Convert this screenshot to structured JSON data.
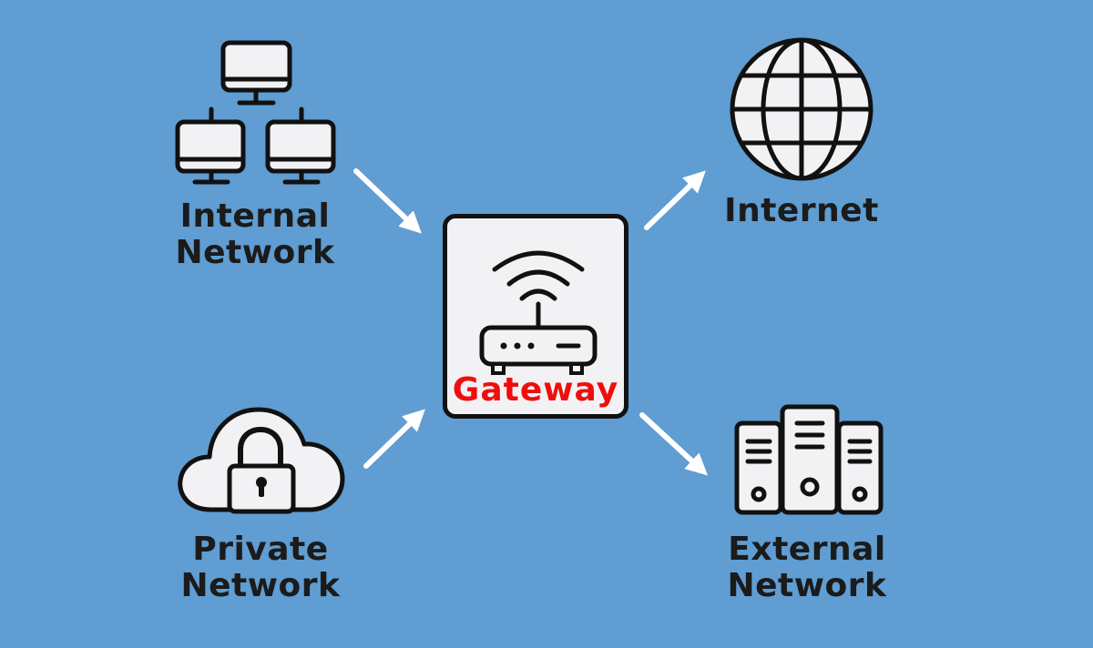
{
  "diagram": {
    "title": "Gateway network diagram",
    "colors": {
      "background": "#5f9dd2",
      "icon_fill": "#f2f2f4",
      "icon_stroke": "#111111",
      "label_text": "#1b1b1b",
      "gateway_label": "#f00d0d",
      "arrow": "#ffffff"
    },
    "nodes": {
      "internal": {
        "line1": "Internal",
        "line2": "Network",
        "icon": "computer-network-icon"
      },
      "private": {
        "line1": "Private",
        "line2": "Network",
        "icon": "cloud-lock-icon"
      },
      "gateway": {
        "label": "Gateway",
        "icon": "router-icon"
      },
      "internet": {
        "label": "Internet",
        "icon": "globe-icon"
      },
      "external": {
        "line1": "External",
        "line2": "Network",
        "icon": "server-rack-icon"
      }
    },
    "edges": [
      {
        "from": "Internal Network",
        "to": "Gateway"
      },
      {
        "from": "Private Network",
        "to": "Gateway"
      },
      {
        "from": "Gateway",
        "to": "Internet"
      },
      {
        "from": "Gateway",
        "to": "External Network"
      }
    ]
  }
}
